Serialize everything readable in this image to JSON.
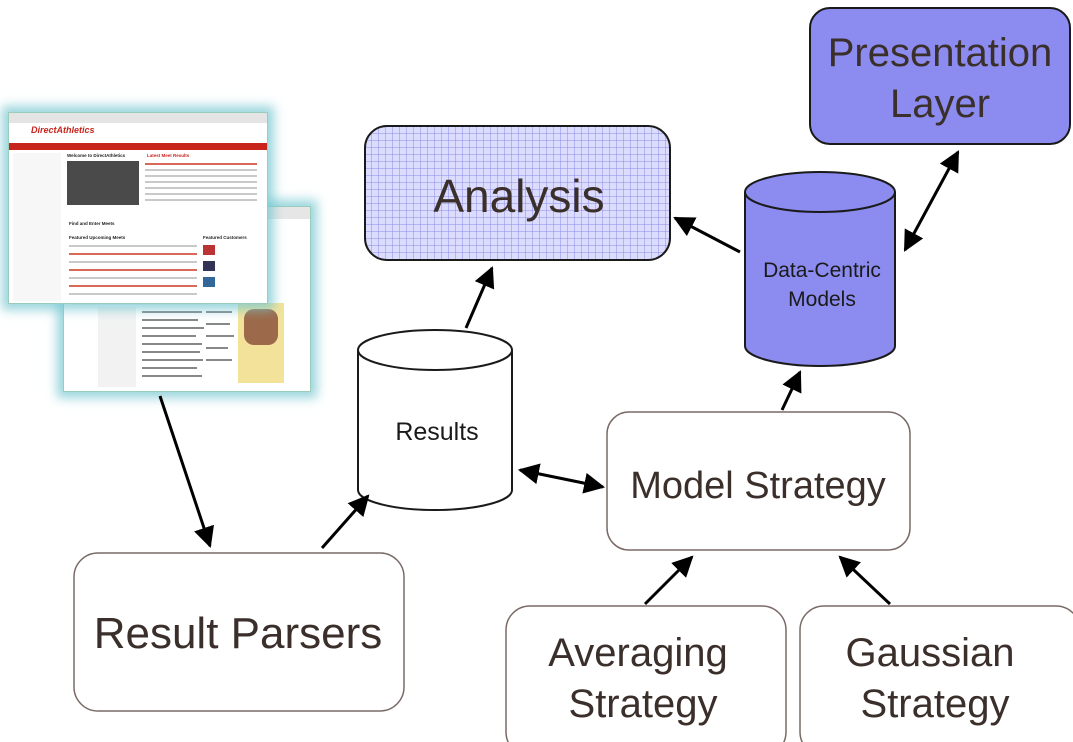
{
  "nodes": {
    "presentation_layer": {
      "lines": [
        "Presentation",
        "Layer"
      ]
    },
    "analysis": {
      "label": "Analysis"
    },
    "data_centric_models": {
      "lines": [
        "Data-Centric",
        "Models"
      ]
    },
    "results": {
      "label": "Results"
    },
    "model_strategy": {
      "label": "Model Strategy"
    },
    "result_parsers": {
      "label": "Result Parsers"
    },
    "averaging_strategy": {
      "lines": [
        "Averaging",
        "Strategy"
      ]
    },
    "gaussian_strategy": {
      "lines": [
        "Gaussian",
        "Strategy"
      ]
    }
  },
  "screenshot": {
    "site_title": "DirectAthletics",
    "welcome": "Welcome to DirectAthletics",
    "latest_meet_results": "Latest Meet Results",
    "find_meets": "Find and Enter Meets",
    "featured_meets": "Featured Upcoming Meets",
    "featured_customers": "Featured Customers"
  },
  "colors": {
    "box_fill": "#8c8cf0",
    "box_stroke": "#1a1a1a",
    "grid_fill": "#dcdcff",
    "grid_line": "#8c8ce6",
    "plain_stroke": "#7a6a66",
    "arrow": "#000000",
    "glow": "#78c8d2",
    "site_accent": "#c8241c"
  }
}
